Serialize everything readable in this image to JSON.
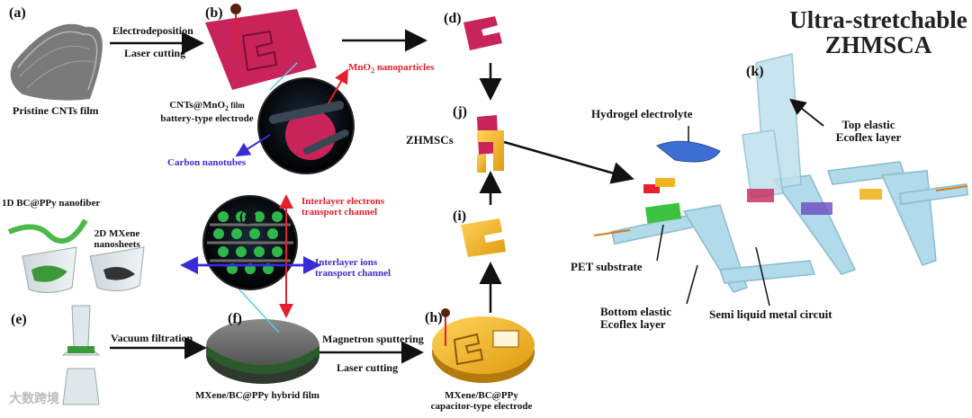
{
  "title": {
    "line1": "Ultra-stretchable",
    "line2": "ZHMSCA"
  },
  "panels": {
    "a": "(a)",
    "b": "(b)",
    "c": "(c)",
    "d": "(d)",
    "e": "(e)",
    "f": "(f)",
    "g": "(g)",
    "h": "(h)",
    "i": "(i)",
    "j": "(j)",
    "k": "(k)"
  },
  "labels": {
    "electrodeposition": "Electrodeposition",
    "laser_cutting_top": "Laser cutting",
    "pristine_cnts": "Pristine CNTs film",
    "cnts_mno2_line1": "CNTs@MnO",
    "cnts_mno2_sub": "2",
    "cnts_mno2_film": " film",
    "cnts_mno2_line2": "battery-type electrode",
    "mno2_np": "MnO",
    "mno2_np_sub": "2",
    "mno2_np_rest": " nanoparticles",
    "carbon_nanotubes": "Carbon nanotubes",
    "bc_ppy_nanofiber": "1D BC@PPy nanofiber",
    "mxene_line1": "2D MXene",
    "mxene_line2": "nanosheets",
    "electrons_line1": "Interlayer electrons",
    "electrons_line2": "transport channel",
    "ions_line1": "Interlayer ions",
    "ions_line2": "transport channel",
    "vacuum_filtration": "Vacuum filtration",
    "hybrid_film": "MXene/BC@PPy hybrid film",
    "magnetron": "Magnetron sputtering",
    "laser_cutting_bottom": "Laser cutting",
    "capacitor_line1": "MXene/BC@PPy",
    "capacitor_line2": "capacitor-type electrode",
    "zhmscs": "ZHMSCs",
    "hydrogel": "Hydrogel electrolyte",
    "top_ecoflex_line1": "Top elastic",
    "top_ecoflex_line2": "Ecoflex layer",
    "pet": "PET substrate",
    "bottom_ecoflex_line1": "Bottom elastic",
    "bottom_ecoflex_line2": "Ecoflex layer",
    "semi_liquid": "Semi liquid metal circuit"
  },
  "watermark": "大数跨境",
  "colors": {
    "mno2": "#c8245a",
    "mxene_gold": "#f0b41e",
    "ecoflex": "#a9d6e8",
    "hydrogel": "#3d6ed1",
    "pet": "#3cc23c",
    "accent_red": "#e3202b",
    "accent_blue": "#3b2bd6"
  }
}
